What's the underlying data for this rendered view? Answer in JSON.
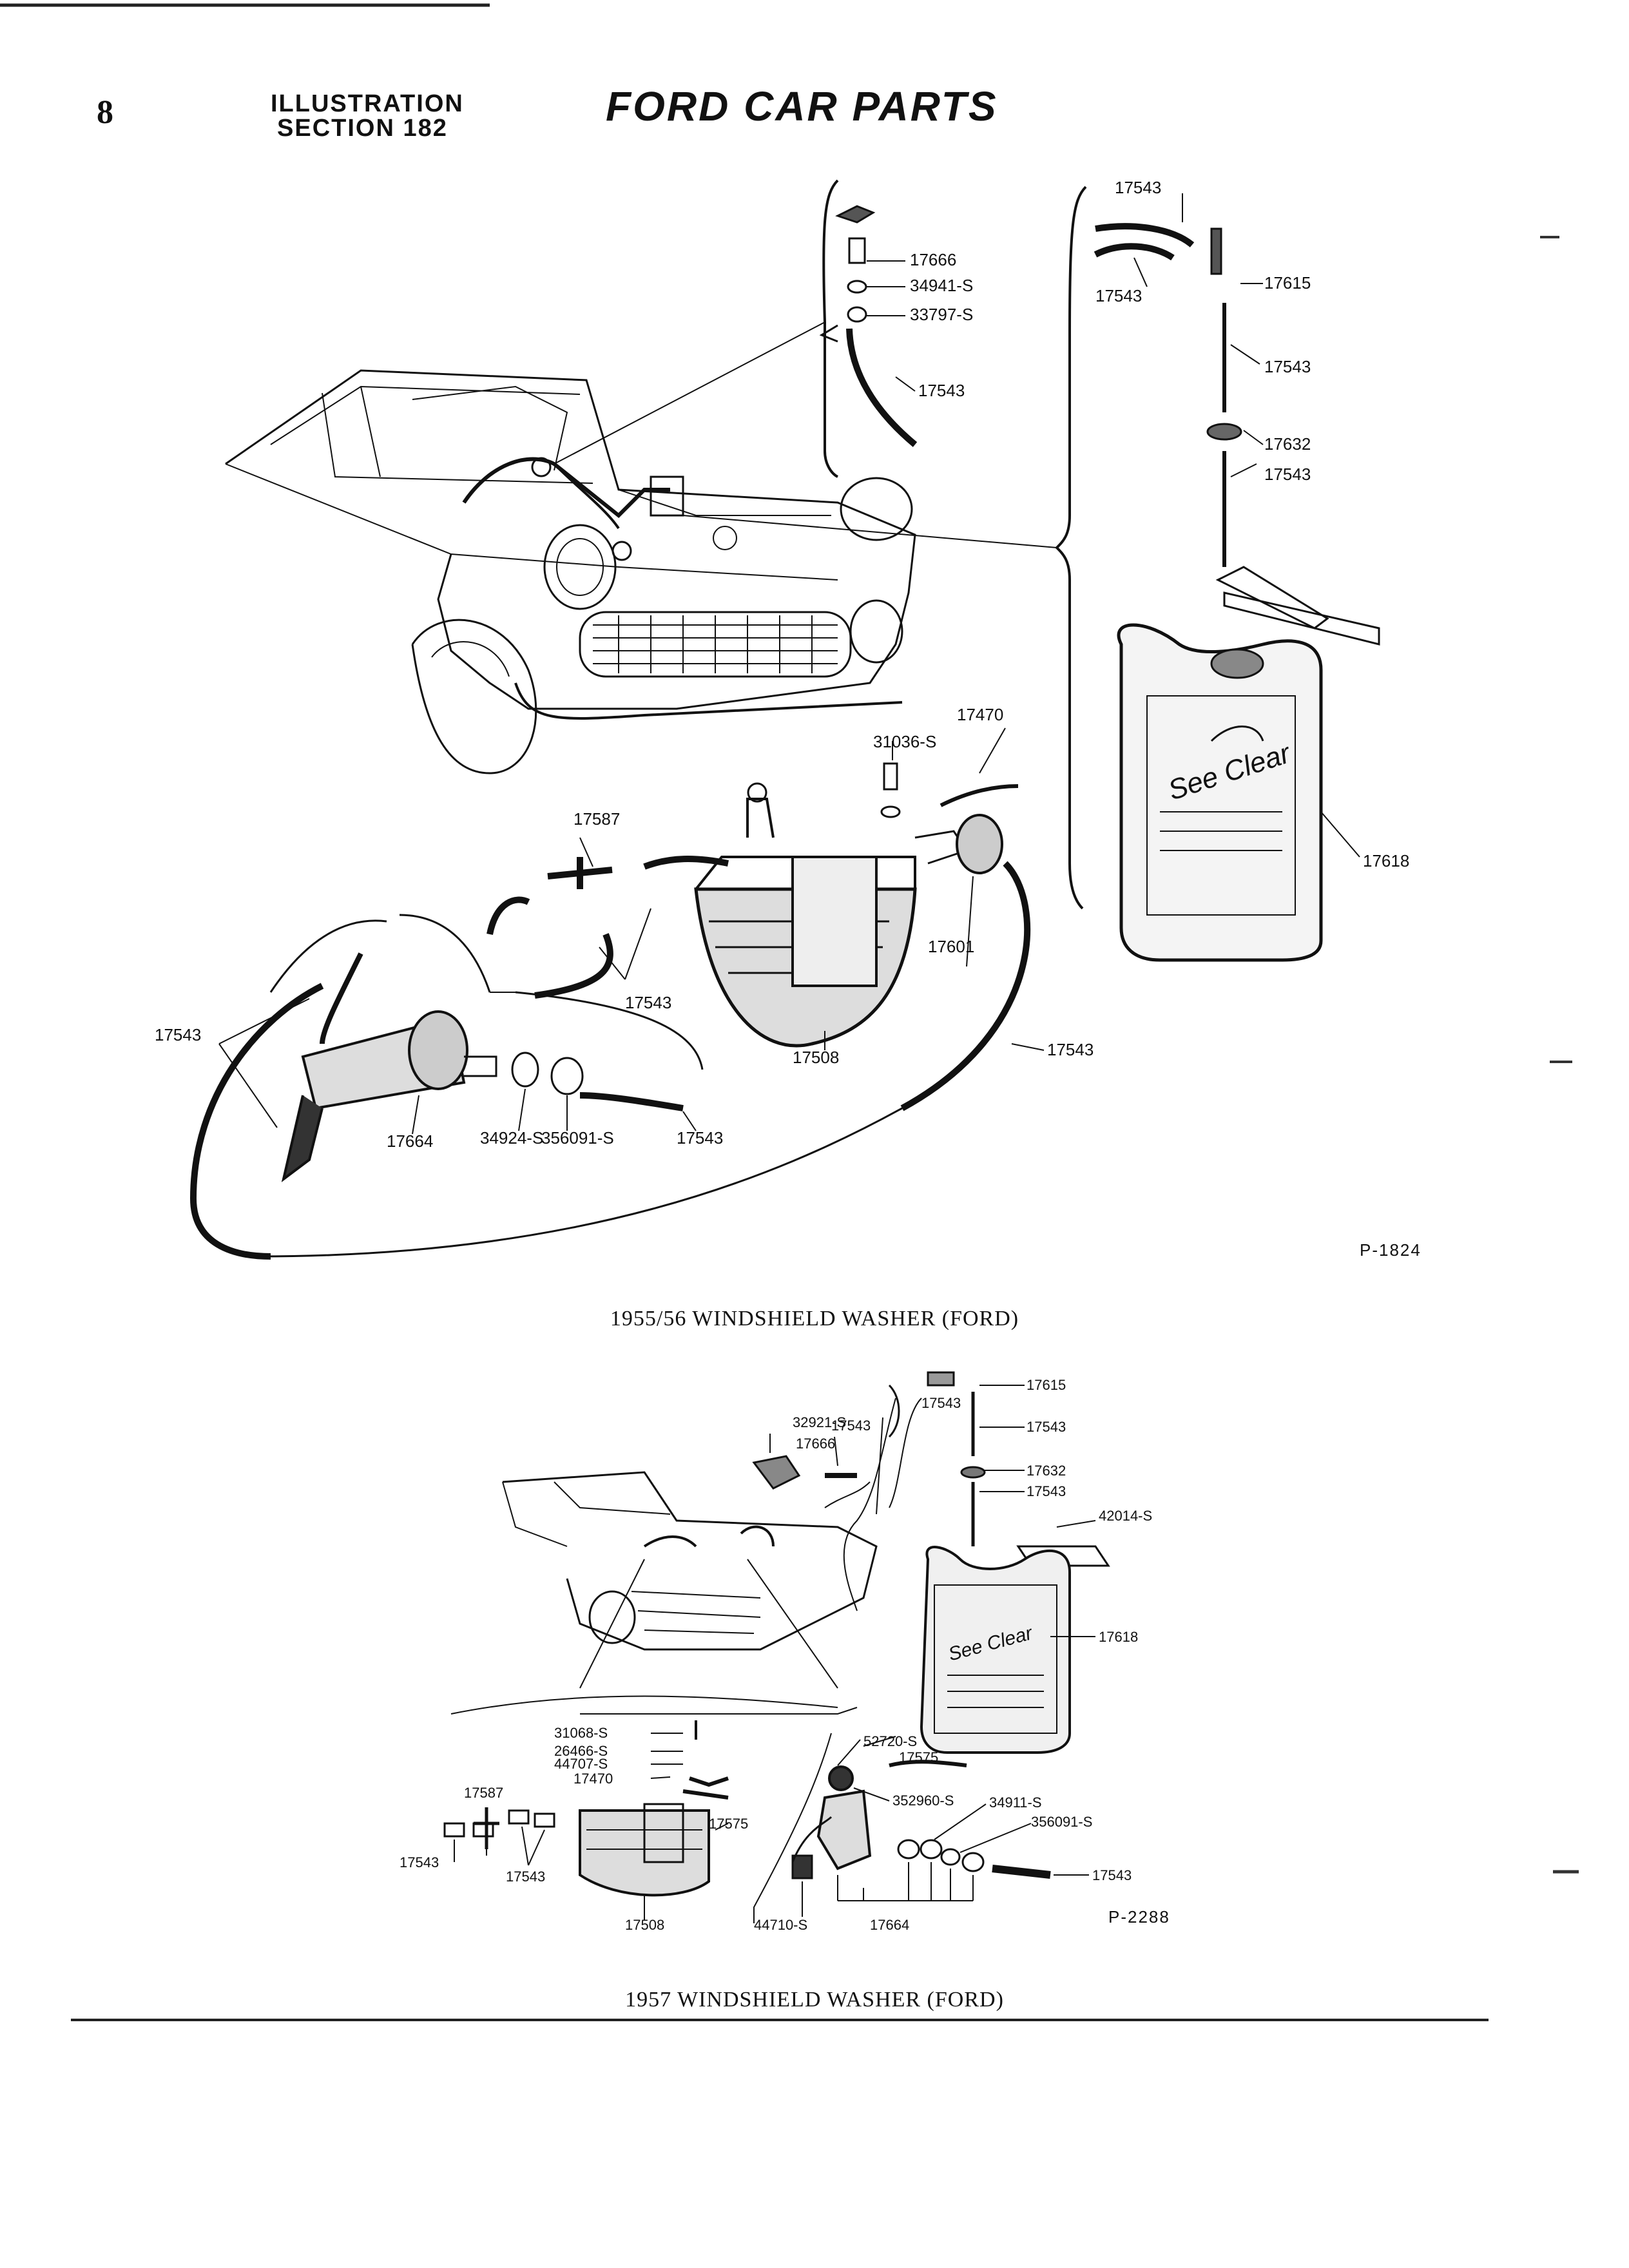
{
  "header": {
    "page_number": "8",
    "section_line1": "ILLUSTRATION",
    "section_line2": "SECTION 182",
    "brand_title": "FORD CAR PARTS"
  },
  "figure1": {
    "caption": "1955/56 WINDSHIELD WASHER (FORD)",
    "figure_id": "P-1824",
    "labels": {
      "l17543_top": "17543",
      "l17543_topb": "17543",
      "l17615": "17615",
      "l17543_r1": "17543",
      "l17632": "17632",
      "l17543_r2": "17543",
      "l17666": "17666",
      "l34941": "34941-S",
      "l33797": "33797-S",
      "l17543_nozzle": "17543",
      "l17470": "17470",
      "l31036": "31036-S",
      "l17587": "17587",
      "l17618": "17618",
      "l17601": "17601",
      "l17543_mid": "17543",
      "l17508": "17508",
      "l17543_left": "17543",
      "l17543_right": "17543",
      "l17664": "17664",
      "l34924": "34924-S",
      "l356091": "356091-S",
      "l17543_bot": "17543"
    },
    "bag_text": "See Clear"
  },
  "figure2": {
    "caption": "1957 WINDSHIELD WASHER (FORD)",
    "figure_id": "P-2288",
    "labels": {
      "l32921": "32921-S",
      "l17543_a": "17543",
      "l17666": "17666",
      "l17615": "17615",
      "l17543_b": "17543",
      "l17543_c": "17543",
      "l17632": "17632",
      "l17543_d": "17543",
      "l42014": "42014-S",
      "l17618": "17618",
      "l52720": "52720-S",
      "l17575_a": "17575",
      "l31068": "31068-S",
      "l26466": "26466-S",
      "l44707": "44707-S",
      "l17470": "17470",
      "l17587": "17587",
      "l17575_b": "17575",
      "l352960": "352960-S",
      "l34911": "34911-S",
      "l356091": "356091-S",
      "l17543_e": "17543",
      "l17543_f": "17543",
      "l17543_g": "17543",
      "l17508": "17508",
      "l44710": "44710-S",
      "l17664": "17664"
    },
    "bag_text": "See Clear"
  }
}
